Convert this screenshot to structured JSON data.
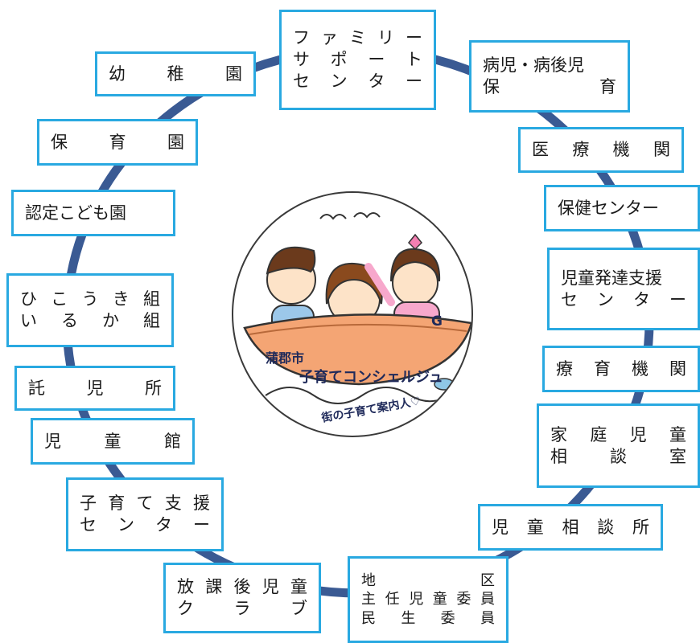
{
  "colors": {
    "border": "#29a9e1",
    "ring": "#3a5a93"
  },
  "logo": {
    "title": "蒲郡市",
    "subtitle": "子育てコンシェルジュ",
    "tagline": "街の子育て案内人♡",
    "badge": "G"
  },
  "nodes": [
    {
      "id": "family-support-center",
      "lines": [
        "ファミリー",
        "サポート",
        "センター"
      ]
    },
    {
      "id": "sick-child-care",
      "lines": [
        "病児・病後児",
        "保育"
      ]
    },
    {
      "id": "medical-institution",
      "lines": [
        "医療機関"
      ]
    },
    {
      "id": "health-center",
      "lines": [
        "保健センター"
      ]
    },
    {
      "id": "child-development-support-center",
      "lines": [
        "児童発達支援",
        "センター"
      ]
    },
    {
      "id": "therapy-institution",
      "lines": [
        "療育機関"
      ]
    },
    {
      "id": "family-child-consultation-room",
      "lines": [
        "家庭児童",
        "相談室"
      ]
    },
    {
      "id": "child-guidance-center",
      "lines": [
        "児童相談所"
      ]
    },
    {
      "id": "district-commissioners",
      "lines": [
        "地区",
        "主任児童委員",
        "民生委員"
      ]
    },
    {
      "id": "after-school-club",
      "lines": [
        "放課後児童",
        "クラブ"
      ]
    },
    {
      "id": "childcare-support-center",
      "lines": [
        "子育て支援",
        "センター"
      ]
    },
    {
      "id": "childrens-hall",
      "lines": [
        "児童館"
      ]
    },
    {
      "id": "daycare-facility",
      "lines": [
        "託児所"
      ]
    },
    {
      "id": "hikouki-iruka-groups",
      "lines": [
        "ひこうき組",
        "いるか組"
      ]
    },
    {
      "id": "certified-kodomoen",
      "lines": [
        "認定こども園"
      ]
    },
    {
      "id": "nursery-school",
      "lines": [
        "保育園"
      ]
    },
    {
      "id": "kindergarten",
      "lines": [
        "幼稚園"
      ]
    }
  ]
}
